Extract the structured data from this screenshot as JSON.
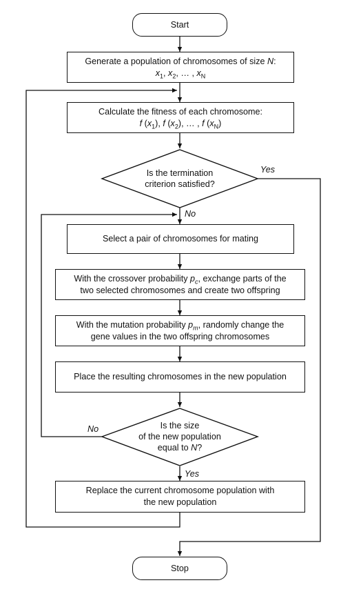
{
  "flowchart": {
    "start": "Start",
    "stop": "Stop",
    "generate": {
      "line1": "Generate a population of chromosomes of size",
      "N": "N",
      "colon": ":",
      "seq": [
        {
          "v": "x",
          "s": "1",
          "sep": ", "
        },
        {
          "v": "x",
          "s": "2",
          "sep": ", … , "
        },
        {
          "v": "x",
          "s": "N",
          "sep": ""
        }
      ]
    },
    "fitness": {
      "line1": "Calculate the fitness of each chromosome:",
      "seq": [
        {
          "f": "f",
          "v": "x",
          "s": "1",
          "sep": ", "
        },
        {
          "f": "f",
          "v": "x",
          "s": "2",
          "sep": ", … , "
        },
        {
          "f": "f",
          "v": "x",
          "s": "N",
          "sep": ""
        }
      ]
    },
    "termination": {
      "line1": "Is the termination",
      "line2": "criterion satisfied?"
    },
    "select": "Select a pair of chromosomes for mating",
    "crossover": {
      "pre": "With the crossover probability",
      "p": "p",
      "sub": "c",
      "post": ", exchange parts of the",
      "line2": "two selected chromosomes and create two offspring"
    },
    "mutation": {
      "pre": "With the mutation probability",
      "p": "p",
      "sub": "m",
      "post": ", randomly change the",
      "line2": "gene values in the two offspring chromosomes"
    },
    "place": "Place the resulting chromosomes in the new population",
    "size_check": {
      "line1": "Is the size",
      "line2": "of the new population",
      "line3": "equal to",
      "N": "N",
      "q": "?"
    },
    "replace": {
      "line1": "Replace the current chromosome population with",
      "line2": "the new population"
    },
    "labels": {
      "yes1": "Yes",
      "no1": "No",
      "no2": "No",
      "yes2": "Yes"
    }
  }
}
